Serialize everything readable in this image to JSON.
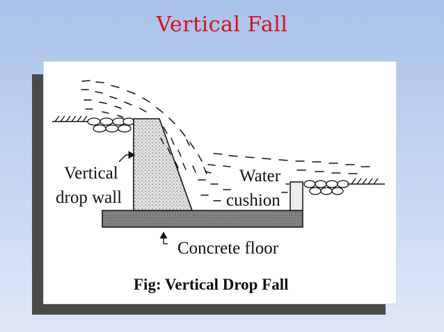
{
  "slide": {
    "title": "Vertical Fall"
  },
  "figure": {
    "labels": {
      "drop_wall_line1": "Vertical",
      "drop_wall_line2": "drop wall",
      "cushion_line1": "Water",
      "cushion_line2": "cushion",
      "floor": "Concrete floor"
    },
    "caption": "Fig: Vertical Drop Fall"
  },
  "colors": {
    "title": "#d4101a",
    "background_top": "#a9c2ea",
    "background_bottom": "#dfe8f8",
    "shadow": "#4a4a4a"
  }
}
